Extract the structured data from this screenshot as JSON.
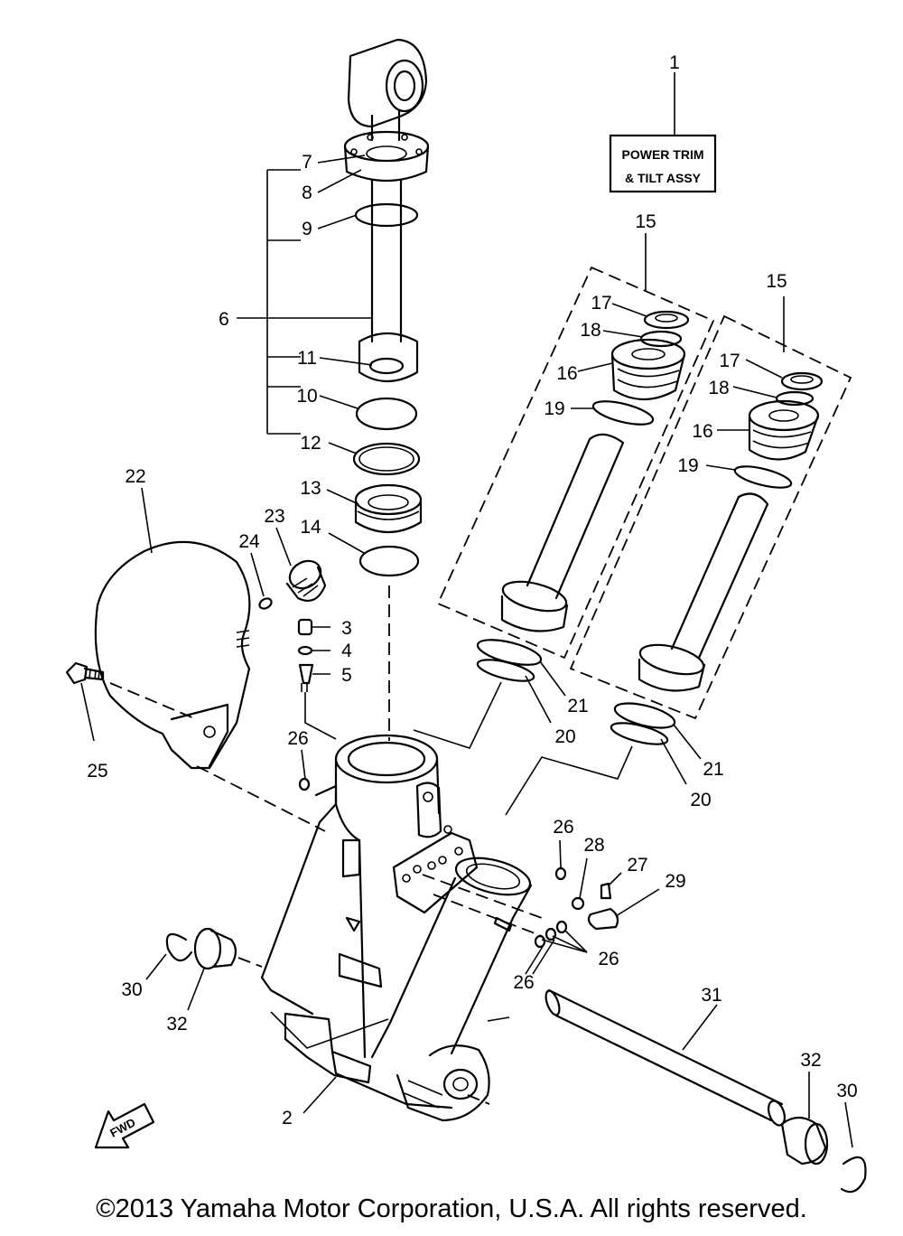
{
  "label_box": {
    "line1": "POWER TRIM",
    "line2": "& TILT ASSY"
  },
  "fwd_label": "FWD",
  "callouts": {
    "c1": "1",
    "c2": "2",
    "c3": "3",
    "c4": "4",
    "c5": "5",
    "c6": "6",
    "c7": "7",
    "c8": "8",
    "c9": "9",
    "c10": "10",
    "c11": "11",
    "c12": "12",
    "c13": "13",
    "c14": "14",
    "c15a": "15",
    "c15b": "15",
    "c16a": "16",
    "c16b": "16",
    "c17a": "17",
    "c17b": "17",
    "c18a": "18",
    "c18b": "18",
    "c19a": "19",
    "c19b": "19",
    "c20a": "20",
    "c20b": "20",
    "c21a": "21",
    "c21b": "21",
    "c22": "22",
    "c23": "23",
    "c24": "24",
    "c25": "25",
    "c26a": "26",
    "c26b": "26",
    "c26c": "26",
    "c26d": "26",
    "c27": "27",
    "c28": "28",
    "c29": "29",
    "c30a": "30",
    "c30b": "30",
    "c31": "31",
    "c32a": "32",
    "c32b": "32"
  },
  "copyright": "©2013 Yamaha Motor Corporation, U.S.A. All rights reserved."
}
